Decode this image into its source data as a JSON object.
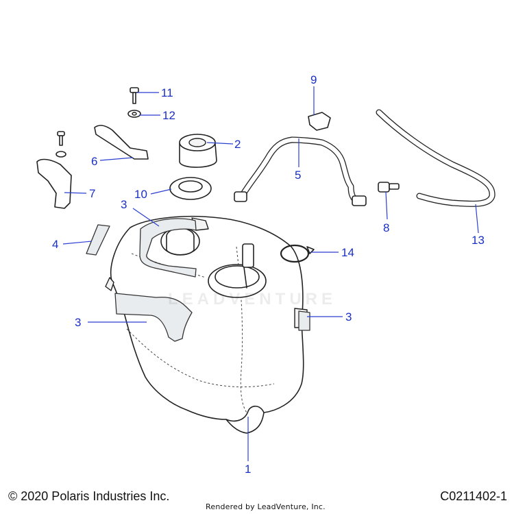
{
  "callouts": [
    {
      "id": "1",
      "label": "1"
    },
    {
      "id": "2",
      "label": "2"
    },
    {
      "id": "3a",
      "label": "3"
    },
    {
      "id": "3b",
      "label": "3"
    },
    {
      "id": "3c",
      "label": "3"
    },
    {
      "id": "4",
      "label": "4"
    },
    {
      "id": "5",
      "label": "5"
    },
    {
      "id": "6",
      "label": "6"
    },
    {
      "id": "7",
      "label": "7"
    },
    {
      "id": "8",
      "label": "8"
    },
    {
      "id": "9",
      "label": "9"
    },
    {
      "id": "10",
      "label": "10"
    },
    {
      "id": "11",
      "label": "11"
    },
    {
      "id": "12",
      "label": "12"
    },
    {
      "id": "13",
      "label": "13"
    },
    {
      "id": "14",
      "label": "14"
    }
  ],
  "footer": {
    "copyright": "© 2020 Polaris Industries Inc.",
    "figure_code": "C0211402-1",
    "rendered_by": "Rendered by LeadVenture, Inc."
  },
  "watermark": "LEADVENTURE",
  "colors": {
    "callout": "#1a2fc4",
    "line": "#222222"
  }
}
